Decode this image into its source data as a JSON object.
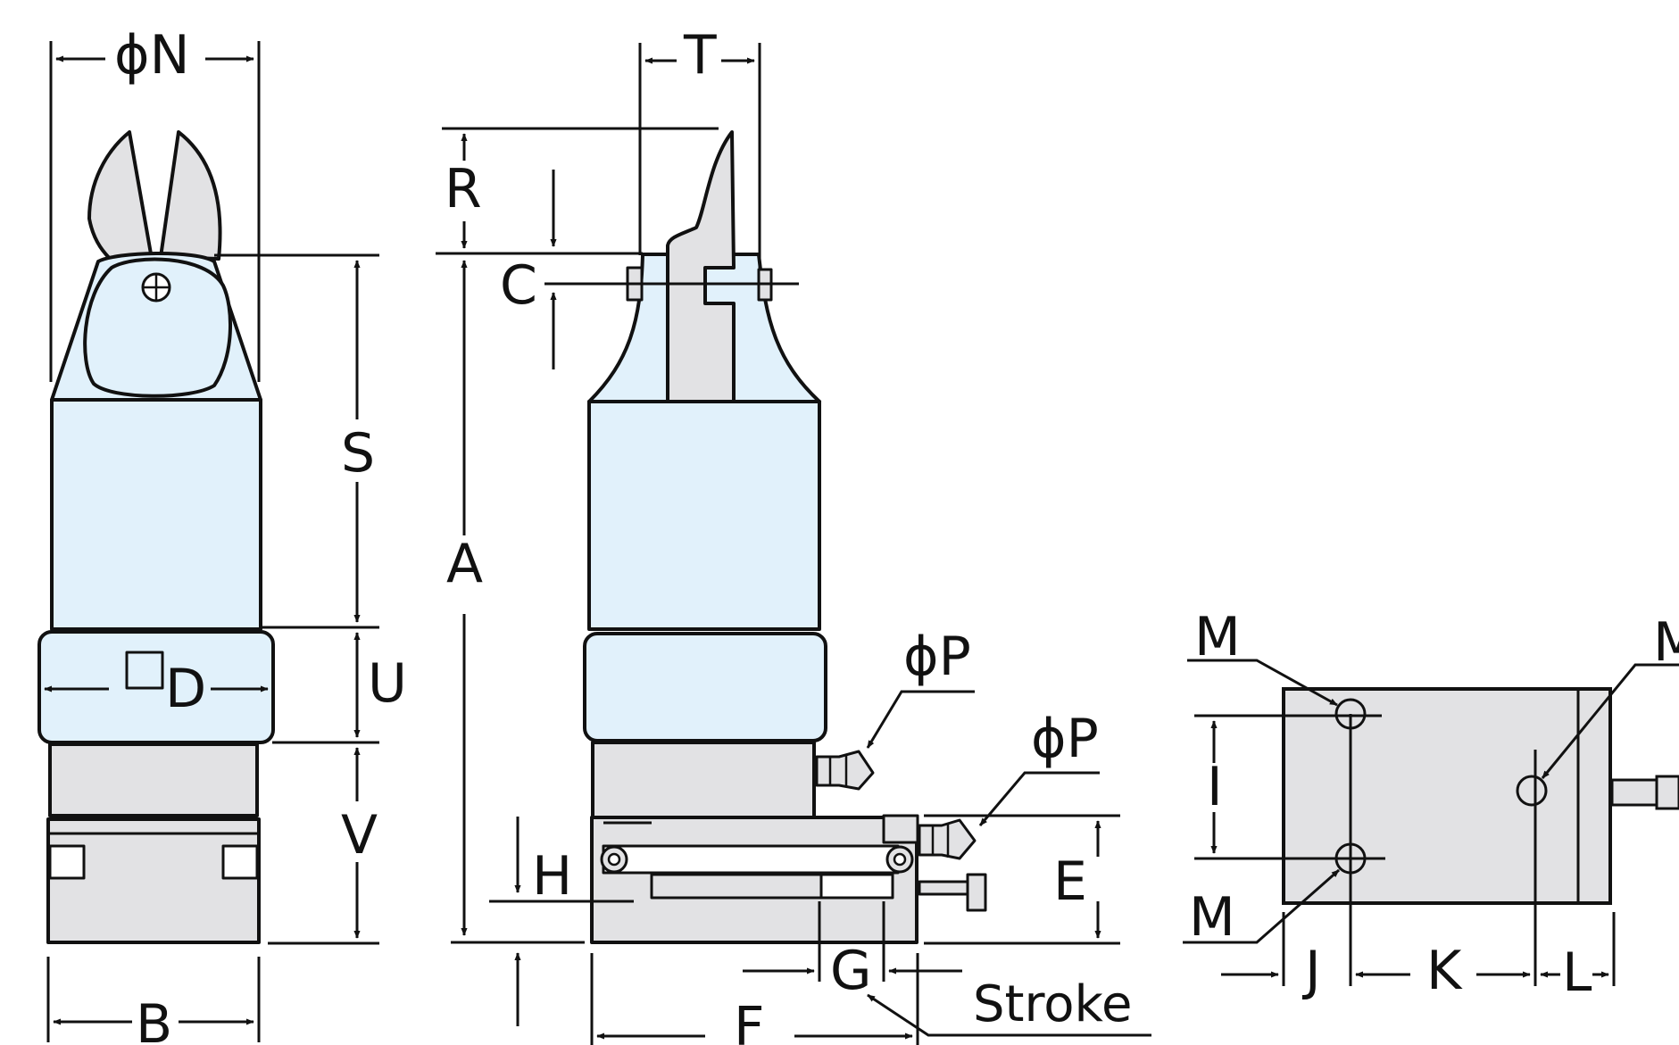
{
  "colors": {
    "line": "#111111",
    "body_fill": "#e1f1fb",
    "metal_fill": "#e2e2e4",
    "background": "#ffffff"
  },
  "labels": {
    "phi_n": "ϕN",
    "t": "T",
    "r": "R",
    "c": "C",
    "s": "S",
    "a": "A",
    "u": "U",
    "d": "D",
    "v": "V",
    "b": "B",
    "phi_p_upper": "ϕP",
    "phi_p_lower": "ϕP",
    "h": "H",
    "e": "E",
    "g": "G",
    "stroke": "Stroke",
    "f": "F",
    "m_top_left": "M",
    "m_top_right": "M",
    "m_bottom_left": "M",
    "i": "I",
    "j": "J",
    "k": "K",
    "l": "L"
  }
}
